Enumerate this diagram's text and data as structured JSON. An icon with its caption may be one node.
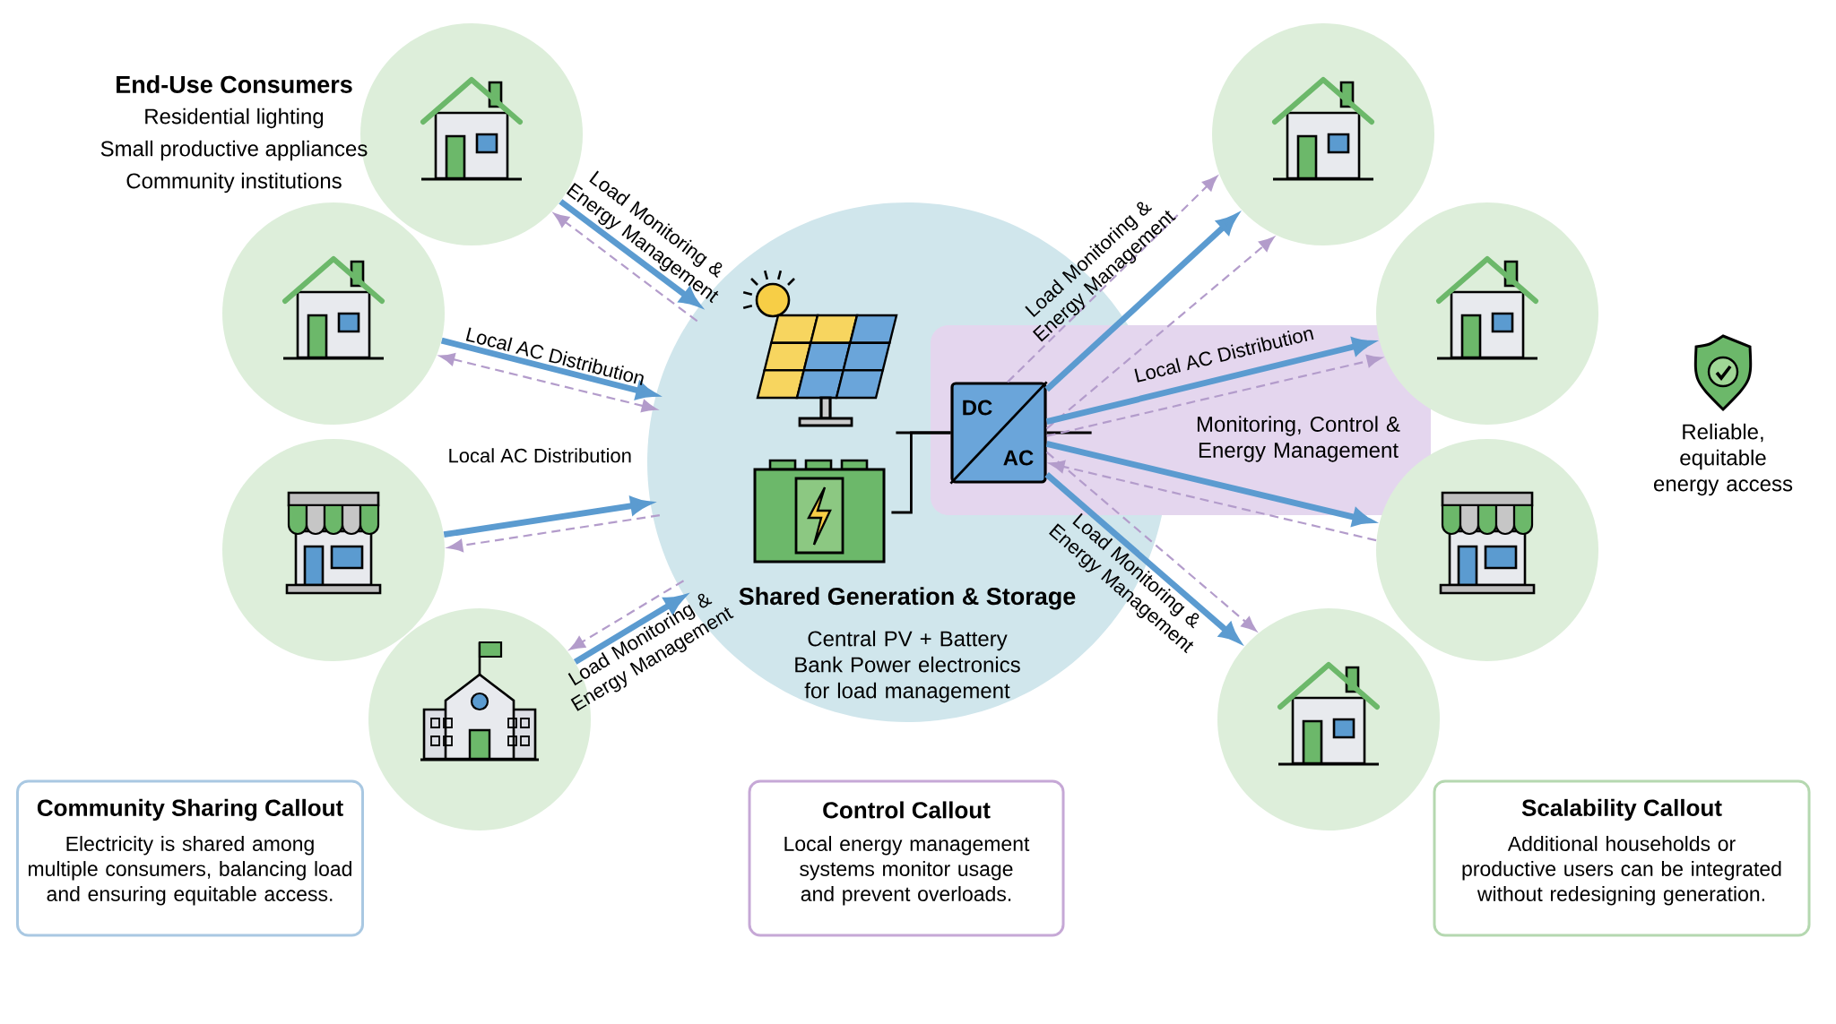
{
  "diagram": {
    "nodes": [
      {
        "text": [
          "Shared Generation & Storage",
          "Central PV + Battery Bank Power electronics for load management"
        ]
      },
      {
        "text": [],
        "shape": "circle",
        "beside": [
          "End-Use Consumers",
          "Residential lighting",
          "Small productive appliances",
          "Community institutions"
        ]
      },
      {
        "text": [],
        "shape": "circle"
      },
      {
        "text": [],
        "shape": "circle"
      },
      {
        "text": [],
        "shape": "circle"
      },
      {
        "text": [],
        "shape": "circle"
      },
      {
        "text": [],
        "shape": "circle"
      },
      {
        "text": [],
        "shape": "circle"
      },
      {
        "text": [],
        "shape": "circle"
      },
      {
        "text": [
          "DC",
          "AC"
        ],
        "in": 0
      },
      {
        "text": [
          "Community Sharing Callout",
          "Electricity is shared among multiple consumers, balancing load and ensuring equitable access."
        ]
      },
      {
        "text": [
          "Control Callout",
          "Local energy management systems monitor usage and prevent overloads."
        ]
      },
      {
        "text": [
          "Scalability Callout",
          "Additional households or productive users can be integrated without redesigning generation."
        ]
      },
      {
        "text": [],
        "shape": "picture",
        "in": 0
      },
      {
        "text": [],
        "shape": "picture",
        "in": 0
      }
    ],
    "edges": [
      {
        "from": 1,
        "to": 0,
        "arrow": "to",
        "label": "Load Monitoring & Energy Management",
        "style": "thick",
        "color": "#5b9bd0"
      },
      {
        "from": 0,
        "to": 1,
        "arrow": "to",
        "style": "dashed",
        "color": "#b39ccb"
      },
      {
        "from": 2,
        "to": 0,
        "arrow": "to",
        "label": "Local AC Distribution",
        "style": "thick",
        "color": "#5b9bd0"
      },
      {
        "from": 0,
        "to": 2,
        "arrow": "both",
        "style": "dashed",
        "color": "#b39ccb"
      },
      {
        "from": 3,
        "to": 0,
        "arrow": "to",
        "label": "Local AC Distribution",
        "style": "thick",
        "color": "#5b9bd0"
      },
      {
        "from": 0,
        "to": 3,
        "arrow": "to",
        "style": "dashed",
        "color": "#b39ccb"
      },
      {
        "from": 4,
        "to": 0,
        "arrow": "to",
        "label": "Load Monitoring & Energy Management",
        "style": "thick",
        "color": "#5b9bd0"
      },
      {
        "from": 0,
        "to": 4,
        "arrow": "to",
        "style": "dashed",
        "color": "#b39ccb"
      },
      {
        "from": 9,
        "to": 5,
        "arrow": "to",
        "label": "Load Monitoring & Energy Management",
        "style": "thick",
        "color": "#5b9bd0"
      },
      {
        "from": 9,
        "to": 5,
        "arrow": "to",
        "style": "dashed",
        "color": "#b39ccb"
      },
      {
        "from": 9,
        "to": 5,
        "arrow": "to",
        "style": "dashed",
        "color": "#b39ccb"
      },
      {
        "from": 9,
        "to": 6,
        "arrow": "to",
        "label": "Local AC Distribution",
        "style": "thick",
        "color": "#5b9bd0"
      },
      {
        "from": 9,
        "to": 6,
        "arrow": "to",
        "style": "dashed",
        "color": "#b39ccb"
      },
      {
        "from": 9,
        "to": 7,
        "arrow": "to",
        "style": "thick",
        "color": "#5b9bd0"
      },
      {
        "from": 7,
        "to": 9,
        "arrow": "to",
        "style": "dashed",
        "color": "#b39ccb"
      },
      {
        "from": 9,
        "to": 8,
        "arrow": "to",
        "label": "Load Monitoring & Energy Management",
        "style": "thick",
        "color": "#5b9bd0"
      },
      {
        "from": 9,
        "to": 8,
        "arrow": "to",
        "style": "dashed",
        "color": "#b39ccb"
      },
      {
        "from": 13,
        "to": 9,
        "arrow": "none",
        "color": "#000000"
      },
      {
        "from": 14,
        "to": 9,
        "arrow": "none",
        "color": "#000000"
      }
    ],
    "labels": [
      "Monitoring, Control & Energy Management",
      "Reliable, equitable energy access"
    ]
  }
}
